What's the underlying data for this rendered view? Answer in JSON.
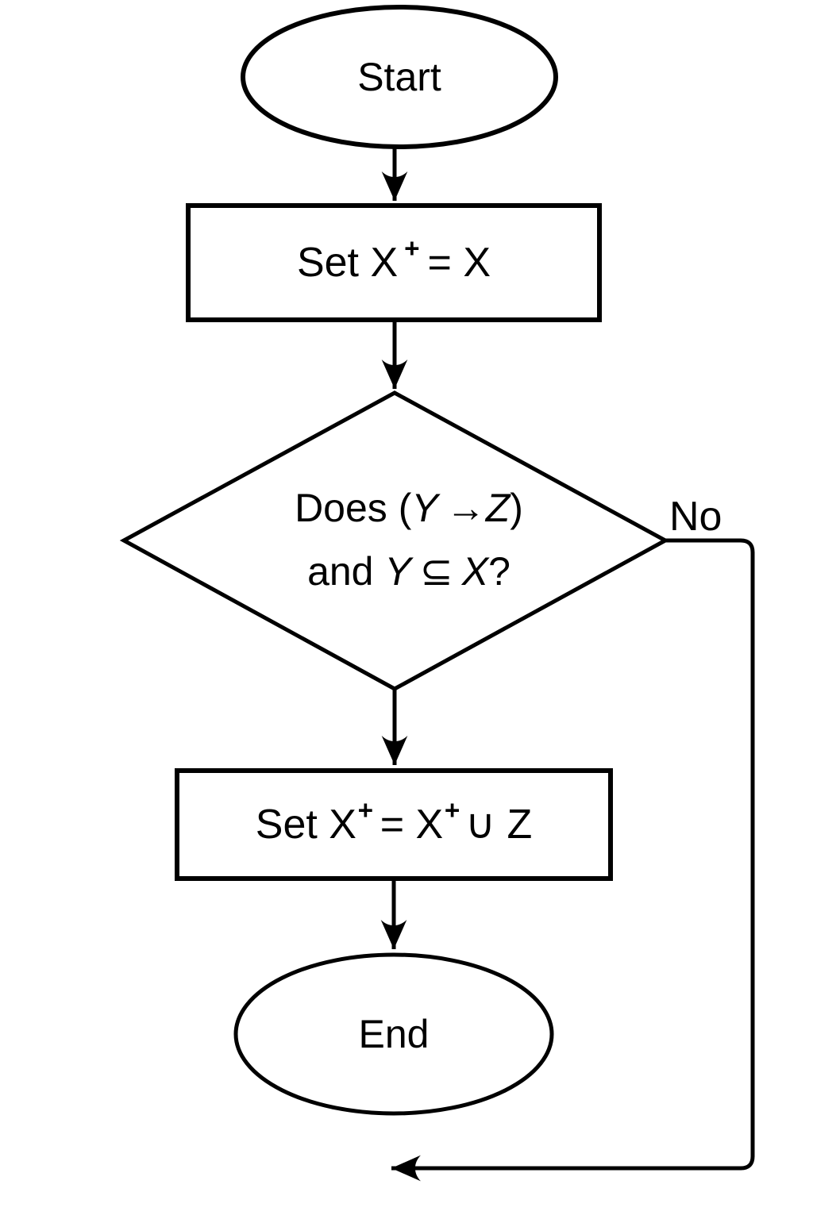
{
  "flowchart": {
    "start": {
      "label": "Start"
    },
    "step1": {
      "pre": "Set X",
      "sup": "+",
      "post": "= X"
    },
    "decision": {
      "line1": {
        "pre": "Does (",
        "y": "Y",
        "arrow": "→",
        "z": "Z",
        "close": ")"
      },
      "line2": {
        "pre": "and",
        "y": "Y",
        "op": "⊆",
        "x": "X",
        "close": "?"
      }
    },
    "no_branch": {
      "label": "No"
    },
    "step2": {
      "pre": "Set X",
      "sup1": "+",
      "mid": "= X",
      "sup2": "+",
      "post": "∪ Z"
    },
    "end": {
      "label": "End"
    }
  },
  "colors": {
    "stroke": "#000000",
    "background": "#ffffff"
  }
}
